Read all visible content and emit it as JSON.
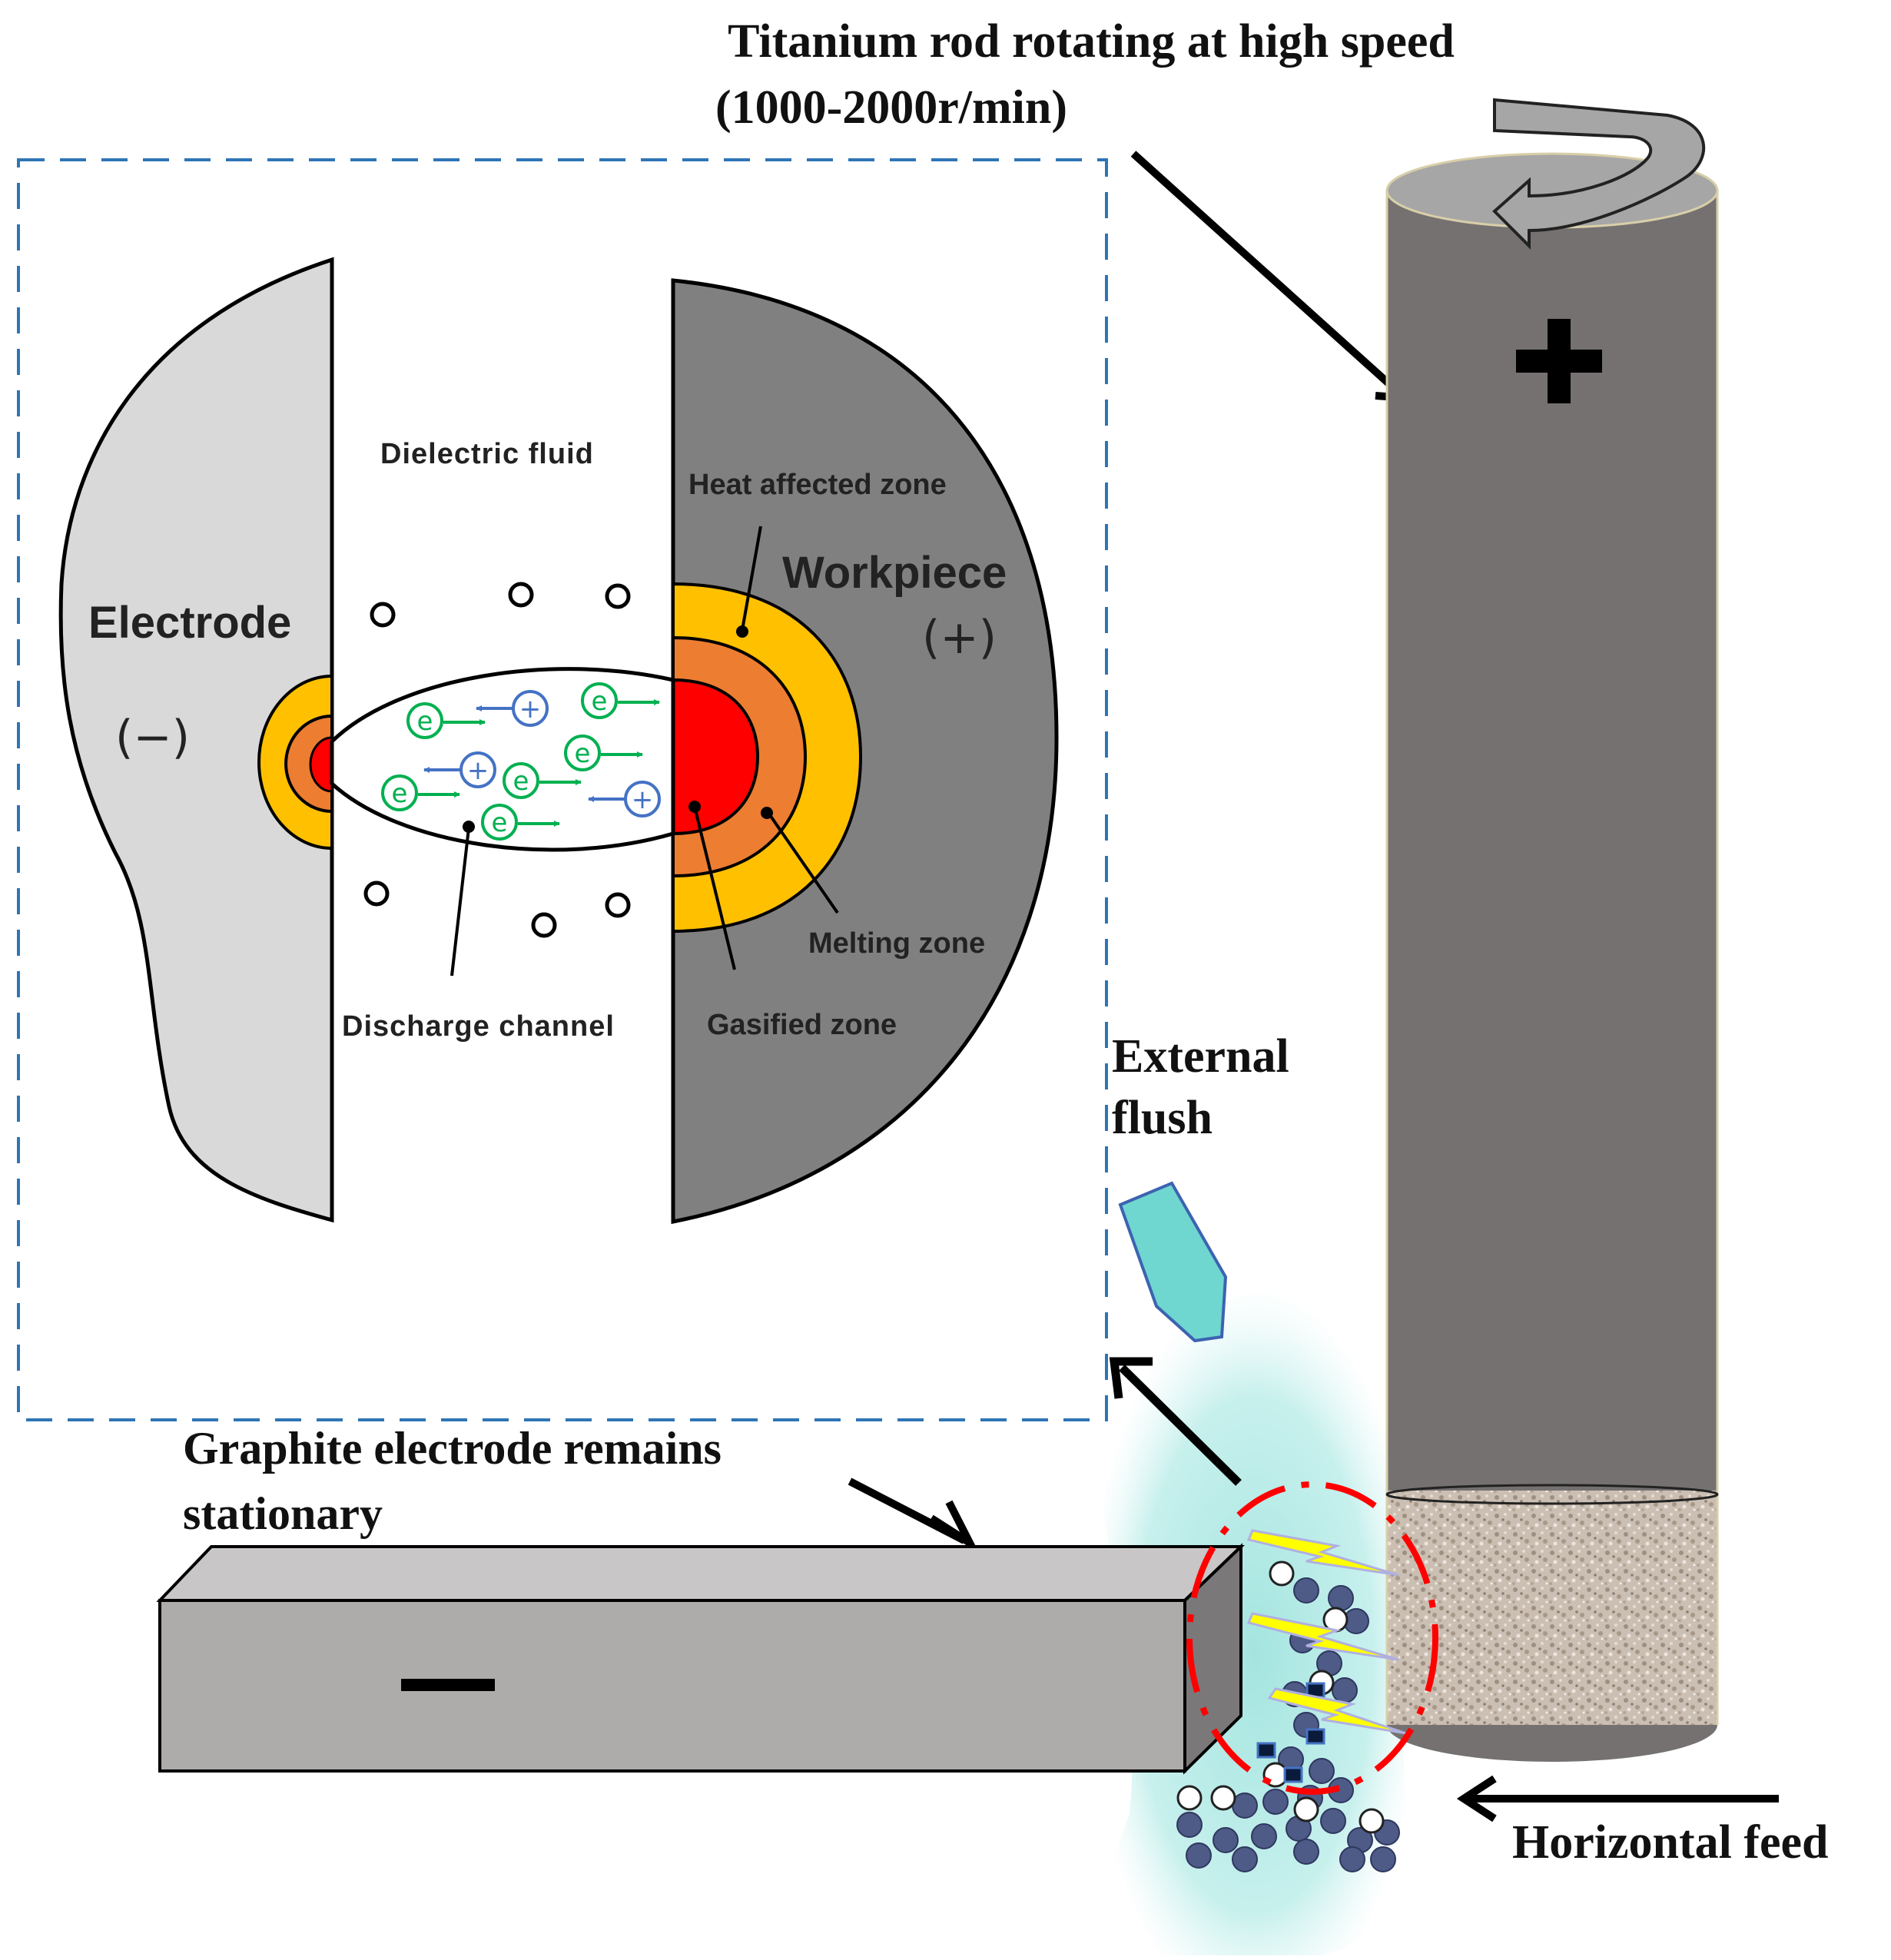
{
  "top_label": {
    "line1": "Titanium rod rotating at high speed",
    "line2": "(1000-2000r/min)"
  },
  "rod": {
    "polarity_symbol": "+",
    "color": "#757171"
  },
  "inset": {
    "electrode_label": "Electrode",
    "electrode_polarity": "(−)",
    "workpiece_label": "Workpiece",
    "workpiece_polarity": "(+)",
    "dielectric_label": "Dielectric  fluid",
    "heat_zone_label": "Heat affected zone",
    "melting_zone_label": "Melting zone",
    "gasified_zone_label": "Gasified zone",
    "discharge_label": "Discharge  channel",
    "electron_symbol": "e",
    "ion_symbol": "+",
    "colors": {
      "frame": "#2e75b6",
      "electrode": "#d9d9d9",
      "workpiece": "#808080",
      "heat": "#ffc000",
      "melt": "#ed7d31",
      "gas": "#ff0000",
      "electron": "#00b050",
      "ion": "#4472c4"
    }
  },
  "flush_label": {
    "line1": "External",
    "line2": "flush"
  },
  "graphite_label": {
    "line1": "Graphite electrode remains",
    "line2": "stationary"
  },
  "graphite": {
    "polarity_symbol": "−",
    "color": "#aeabab"
  },
  "feed_label": "Horizontal feed"
}
